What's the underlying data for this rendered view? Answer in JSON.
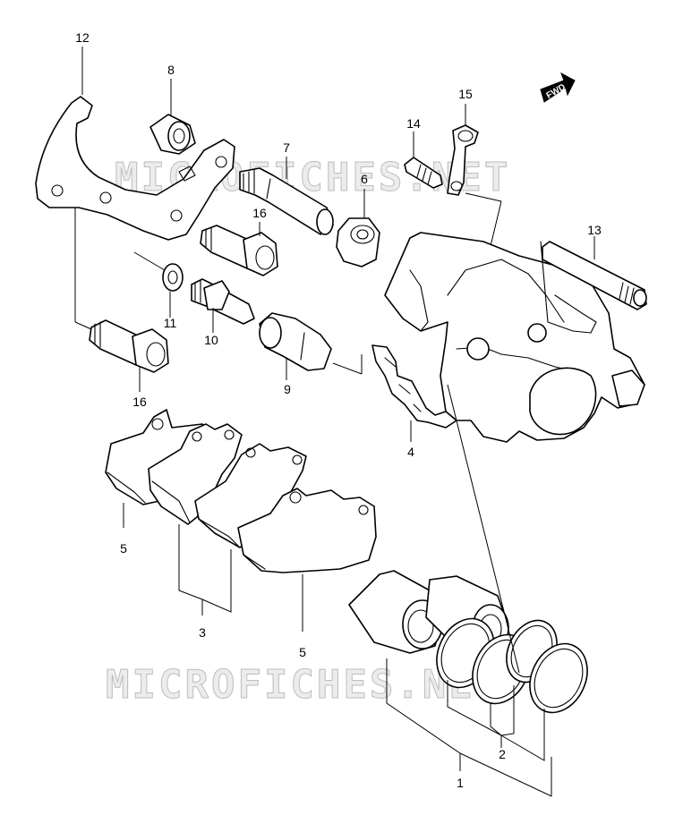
{
  "callouts": {
    "c1": "1",
    "c2": "2",
    "c3": "3",
    "c4": "4",
    "c5a": "5",
    "c5b": "5",
    "c6": "6",
    "c7": "7",
    "c8": "8",
    "c9": "9",
    "c10": "10",
    "c11": "11",
    "c12": "12",
    "c13": "13",
    "c14": "14",
    "c15": "15",
    "c16a": "16",
    "c16b": "16"
  },
  "direction_marker": {
    "label": "FWD"
  },
  "watermark": {
    "text_top": "MICROFICHES.NET",
    "text_bottom": "MICROFICHES.NET"
  }
}
